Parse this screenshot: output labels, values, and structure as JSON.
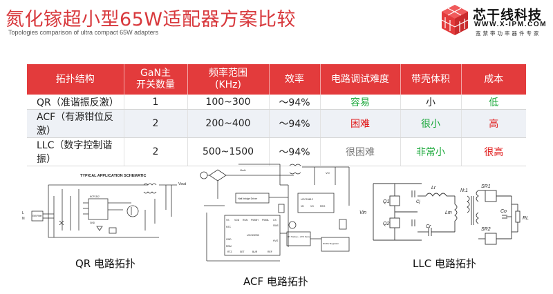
{
  "title": "氮化镓超小型65W适配器方案比较",
  "subtitle": "Topologies comparison of ultra compact 65W adapters",
  "logo": {
    "name_cn": "芯干线科技",
    "url": "WWW.X-IPM.COM",
    "tagline": "宽禁带功率器件专家",
    "icon": "red-cube-logo-icon"
  },
  "colors": {
    "accent": "#e33b3c",
    "green": "#1aa83a",
    "red": "#e11c1c",
    "gray": "#7b7b7b"
  },
  "table": {
    "headers": [
      "拓扑结构",
      "GaN主\n开关数量",
      "频率范围\n(KHz)",
      "效率",
      "电路调试难度",
      "带壳体积",
      "成本"
    ],
    "rows": [
      {
        "topology": "QR（准谐振反激）",
        "switches": "1",
        "freq": "100~300",
        "efficiency": "～94%",
        "difficulty": "容易",
        "difficulty_color": "green",
        "volume": "小",
        "volume_color": "default",
        "cost": "低",
        "cost_color": "green"
      },
      {
        "topology": "ACF（有源钳位反激）",
        "switches": "2",
        "freq": "200~400",
        "efficiency": "～94%",
        "difficulty": "困难",
        "difficulty_color": "red",
        "volume": "很小",
        "volume_color": "green",
        "cost": "高",
        "cost_color": "red"
      },
      {
        "topology": "LLC（数字控制谐振）",
        "switches": "2",
        "freq": "500~1500",
        "efficiency": "～94%",
        "difficulty": "很困难",
        "difficulty_color": "gray",
        "volume": "非常小",
        "volume_color": "green",
        "cost": "很高",
        "cost_color": "red"
      }
    ]
  },
  "diagrams": {
    "qr": {
      "caption": "QR 电路拓扑",
      "heading": "TYPICAL APPLICATION SCHEMATIC",
      "vout": "Vout",
      "labels": [
        "L",
        "N",
        "EMI Filter",
        "NCP1342",
        "GND"
      ]
    },
    "acf": {
      "caption": "ACF 电路拓扑",
      "labels": [
        "Half-bridge Driver",
        "UCC28780",
        "UCC24612",
        "HV Startup + ZVS Sense",
        "DC/DV Regulator",
        "VS",
        "VDD",
        "RUN",
        "PWMH",
        "PWML",
        "SWS",
        "CS",
        "NTC",
        "HVG",
        "GND",
        "SET",
        "BUR",
        "REF",
        "RTZ",
        "RDM",
        "VO",
        "VD",
        "VG",
        "REG",
        "Vbulk"
      ]
    },
    "llc": {
      "caption": "LLC 电路拓扑",
      "labels": [
        "Vin",
        "Q1",
        "Q2",
        "Cr",
        "Lr",
        "N:1",
        "Lm",
        "SR1",
        "SR2",
        "Co",
        "RL",
        "Cj"
      ]
    }
  }
}
